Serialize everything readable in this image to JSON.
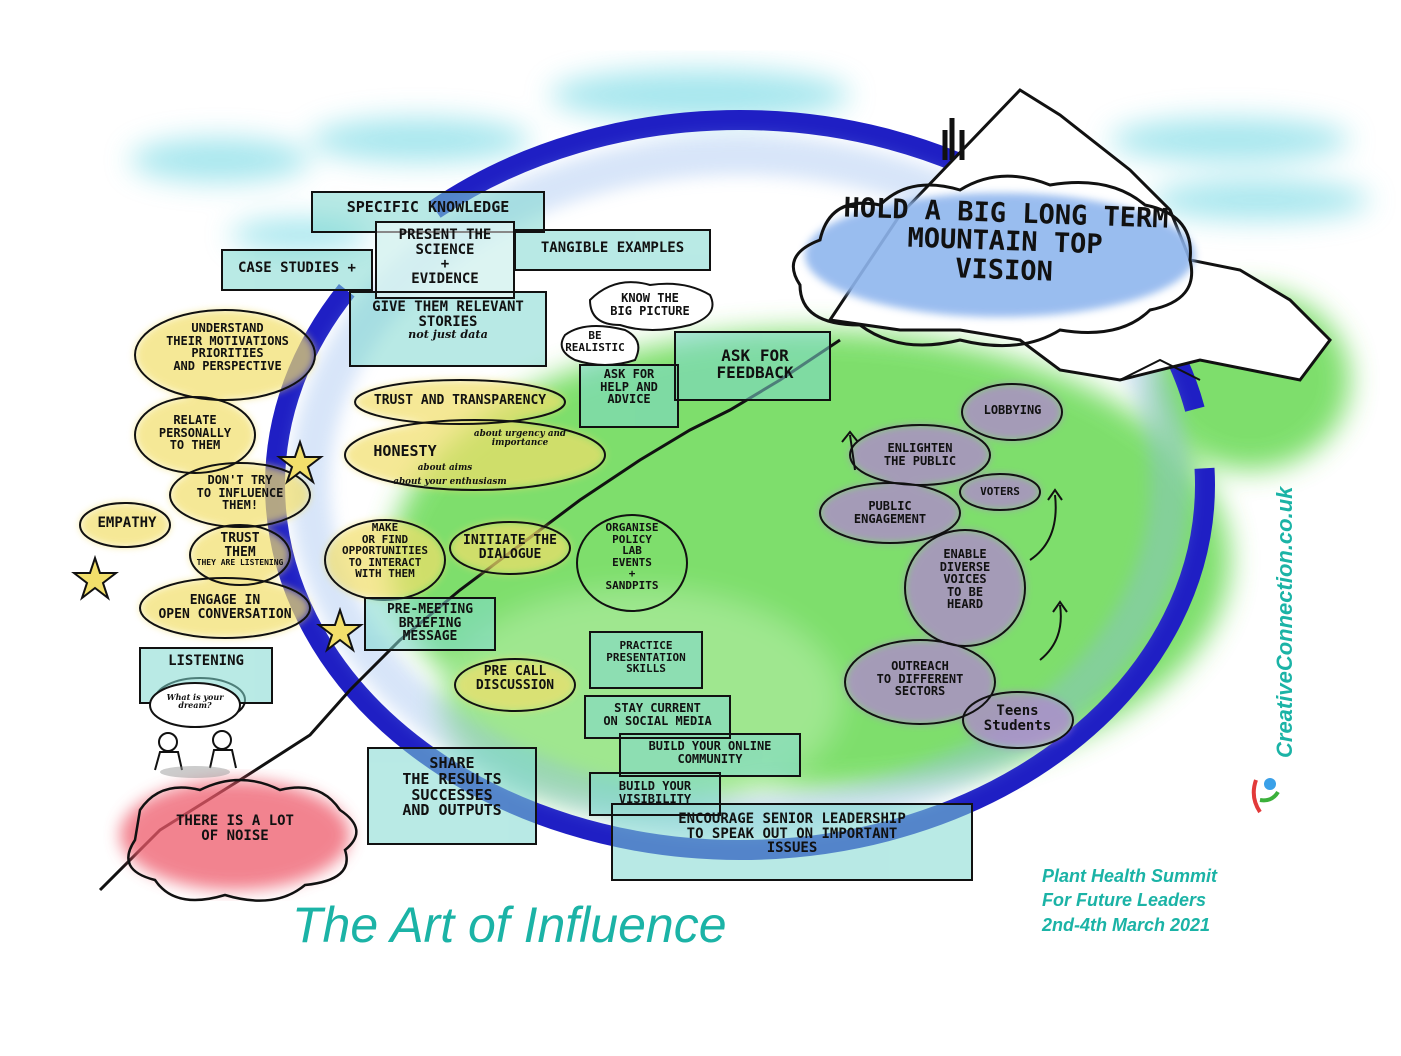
{
  "title": "The Art of Influence",
  "event": {
    "line1": "Plant Health Summit",
    "line2": "For Future Leaders",
    "line3": "2nd-4th March 2021"
  },
  "website": "CreativeConnection.co.uk",
  "colors": {
    "teal": "#1bb3a6",
    "blue_ring": "#2323c8",
    "yellow": "#f2e07a",
    "purple": "#b07ad6",
    "green": "#4cd436",
    "red": "#ee5a6a",
    "cyan_box": "#7fd8d0",
    "sky_blue": "#8fb6ee"
  },
  "mountain": {
    "vision_cloud": {
      "line1": "HOLD A BIG LONG TERM",
      "line2": "MOUNTAIN TOP",
      "line3": "VISION"
    }
  },
  "science": {
    "specific_knowledge": "SPECIFIC KNOWLEDGE",
    "present_science_1": "PRESENT the",
    "present_science_2": "SCIENCE",
    "present_science_3": "+",
    "present_science_4": "EVIDENCE",
    "case_studies": "CASE STUDIES +",
    "tangible_examples": "TANGIBLE EXAMPLES",
    "stories_1": "GIVE THEM RELEVANT",
    "stories_2": "STORIES",
    "stories_3": "not just data",
    "big_picture_1": "KNOW THE",
    "big_picture_2": "BIG PICTURE",
    "realistic_1": "BE",
    "realistic_2": "REALISTIC",
    "help_1": "ASK FOR",
    "help_2": "HELP and",
    "help_3": "ADVICE",
    "feedback_1": "ASK FOR",
    "feedback_2": "FEEDBACK"
  },
  "empathy": {
    "understand_1": "UNDERSTAND",
    "understand_2": "THEIR MOTIVATIONS",
    "understand_3": "PRIORITIES",
    "understand_4": "AND PERSPECTIVE",
    "relate_1": "RELATE",
    "relate_2": "PERSONALLY",
    "relate_3": "TO THEM",
    "dont_try_1": "DON'T TRY",
    "dont_try_2": "TO INFLUENCE",
    "dont_try_3": "THEM!",
    "empathy": "EMPATHY",
    "trust_1": "TRUST",
    "trust_2": "THEM",
    "trust_3": "THEY ARE LISTENING",
    "engage_1": "ENGAGE IN",
    "engage_2": "OPEN CONVERSATION",
    "listening": "LISTENING",
    "dream_1": "What is your",
    "dream_2": "dream?"
  },
  "trust": {
    "trust_transparency": "TRUST and TRANSPARENCY",
    "honesty": "HONESTY",
    "urgency_1": "about urgency and",
    "urgency_2": "importance",
    "aims": "about aims",
    "enthusiasm": "about your enthusiasm"
  },
  "interact": {
    "make_1": "MAKE",
    "make_2": "OR FIND",
    "make_3": "OPPORTUNITIES",
    "make_4": "TO INTERACT",
    "make_5": "WITH THEM",
    "initiate_1": "INITIATE the",
    "initiate_2": "DIALOGUE",
    "organise_1": "ORGANISE",
    "organise_2": "POLICY",
    "organise_3": "LAB",
    "organise_4": "EVENTS",
    "organise_5": "+",
    "organise_6": "SANDPITS",
    "pre_meeting_1": "PRE-MEETING",
    "pre_meeting_2": "BRIEFING",
    "pre_meeting_3": "MESSAGE",
    "pre_call_1": "PRE CALL",
    "pre_call_2": "DISCUSSION"
  },
  "visibility": {
    "practice_1": "PRACTICE",
    "practice_2": "PRESENTATION",
    "practice_3": "SKILLS",
    "stay_current_1": "STAY CURRENT",
    "stay_current_2": "ON SOCIAL MEDIA",
    "online_1": "BUILD YOUR ONLINE",
    "online_2": "COMMUNITY",
    "visibility_1": "BUILD YOUR",
    "visibility_2": "VISIBILITY",
    "encourage_1": "ENCOURAGE SENIOR LEADERSHIP",
    "encourage_2": "TO SPEAK OUT ON IMPORTANT",
    "encourage_3": "ISSUES",
    "share_1": "SHARE",
    "share_2": "THE RESULTS",
    "share_3": "SUCCESSES",
    "share_4": "and OUTPUTS"
  },
  "noise": {
    "line1": "THERE IS A LOT",
    "line2": "OF NOISE"
  },
  "public": {
    "lobbying": "LOBBYING",
    "enlighten_1": "ENLIGHTEN",
    "enlighten_2": "THE PUBLIC",
    "voters": "VOTERS",
    "engagement_1": "PUBLIC",
    "engagement_2": "ENGAGEMENT",
    "enable_1": "ENABLE",
    "enable_2": "DIVERSE",
    "enable_3": "VOICES",
    "enable_4": "TO BE",
    "enable_5": "HEARD",
    "outreach_1": "OUTREACH",
    "outreach_2": "TO DIFFERENT",
    "outreach_3": "SECTORS",
    "teens_1": "Teens",
    "teens_2": "Students"
  }
}
